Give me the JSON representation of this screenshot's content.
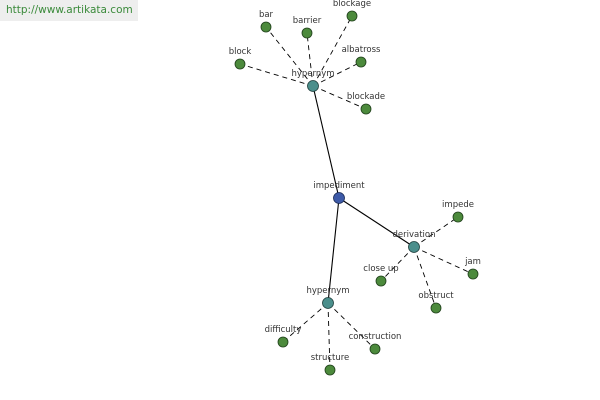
{
  "watermark": "http://www.artikata.com",
  "colors": {
    "leaf": "#4c8a3c",
    "relation": "#4b8f8c",
    "root": "#3d5aa8",
    "edge": "#000000"
  },
  "graph": {
    "nodes": [
      {
        "id": "impediment",
        "label": "impediment",
        "kind": "root"
      },
      {
        "id": "hypernym1",
        "label": "hypernym",
        "kind": "relation"
      },
      {
        "id": "derivation",
        "label": "derivation",
        "kind": "relation"
      },
      {
        "id": "hypernym2",
        "label": "hypernym",
        "kind": "relation"
      },
      {
        "id": "bar",
        "label": "bar",
        "kind": "leaf"
      },
      {
        "id": "barrier",
        "label": "barrier",
        "kind": "leaf"
      },
      {
        "id": "blockage",
        "label": "blockage",
        "kind": "leaf"
      },
      {
        "id": "block",
        "label": "block",
        "kind": "leaf"
      },
      {
        "id": "albatross",
        "label": "albatross",
        "kind": "leaf"
      },
      {
        "id": "blockade",
        "label": "blockade",
        "kind": "leaf"
      },
      {
        "id": "impede",
        "label": "impede",
        "kind": "leaf"
      },
      {
        "id": "close_up",
        "label": "close up",
        "kind": "leaf"
      },
      {
        "id": "jam",
        "label": "jam",
        "kind": "leaf"
      },
      {
        "id": "obstruct",
        "label": "obstruct",
        "kind": "leaf"
      },
      {
        "id": "difficulty",
        "label": "difficulty",
        "kind": "leaf"
      },
      {
        "id": "construction",
        "label": "construction",
        "kind": "leaf"
      },
      {
        "id": "structure",
        "label": "structure",
        "kind": "leaf"
      }
    ],
    "edges": [
      {
        "from": "impediment",
        "to": "hypernym1",
        "style": "solid"
      },
      {
        "from": "impediment",
        "to": "derivation",
        "style": "solid"
      },
      {
        "from": "impediment",
        "to": "hypernym2",
        "style": "solid"
      },
      {
        "from": "hypernym1",
        "to": "bar",
        "style": "dashed"
      },
      {
        "from": "hypernym1",
        "to": "barrier",
        "style": "dashed"
      },
      {
        "from": "hypernym1",
        "to": "blockage",
        "style": "dashed"
      },
      {
        "from": "hypernym1",
        "to": "block",
        "style": "dashed"
      },
      {
        "from": "hypernym1",
        "to": "albatross",
        "style": "dashed"
      },
      {
        "from": "hypernym1",
        "to": "blockade",
        "style": "dashed"
      },
      {
        "from": "derivation",
        "to": "impede",
        "style": "dashed"
      },
      {
        "from": "derivation",
        "to": "close_up",
        "style": "dashed"
      },
      {
        "from": "derivation",
        "to": "jam",
        "style": "dashed"
      },
      {
        "from": "derivation",
        "to": "obstruct",
        "style": "dashed"
      },
      {
        "from": "hypernym2",
        "to": "difficulty",
        "style": "dashed"
      },
      {
        "from": "hypernym2",
        "to": "construction",
        "style": "dashed"
      },
      {
        "from": "hypernym2",
        "to": "structure",
        "style": "dashed"
      }
    ]
  }
}
